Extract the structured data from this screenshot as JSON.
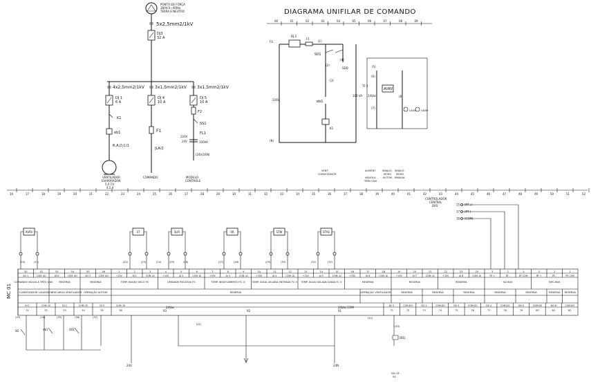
{
  "title": "DIAGRAMA UNIFILAR DE COMANDO",
  "power": {
    "source_line1": "PONTO DE FORÇA",
    "source_line2": "380V/3~/60Hz",
    "source_line3": "TERRA E NEUTRO",
    "main_cable": "5x2,5mm2/1kV",
    "main_breaker_1": "DJ3",
    "main_breaker_2": "32 A",
    "branch_cable_1": "4x2,5mm2/1kV",
    "branch_cable_2": "3x1,5mm2/1kV",
    "branch_cable_3": "3x1,5mm2/1kV",
    "branch1_dj_1": "DJ 1",
    "branch1_dj_2": "6 A",
    "branch1_k": "K1",
    "branch1_eb": "eb1",
    "branch1_bus": "R,A,D,C/1",
    "branch2_dj_1": "DJ 4",
    "branch2_dj_2": "10 A",
    "branch2_f": "F1",
    "branch2_bus": "JLA/2",
    "branch3_dj_1": "DJ 5",
    "branch3_dj_2": "10 A",
    "branch3_f": "F2",
    "branch3_ss": "SS1",
    "branch3_fl": "FL1",
    "branch3_tr1": "220V",
    "branch3_tr2": "24V",
    "branch3_tr3": "100VA",
    "branch3_out": "(24V/24N)",
    "label_motor_1": "VENTILADOR",
    "label_motor_2": "EVAPORADOR",
    "label_motor_3": "5,0 CV",
    "label_motor_4": "4,5 A",
    "label_comando": "COMANDO",
    "label_modulo_1": "MÓDULO",
    "label_modulo_2": "CONTROLE"
  },
  "control": {
    "top_ruler": [
      "00",
      "01",
      "02",
      "03",
      "04",
      "05",
      "06",
      "07",
      "08",
      "09"
    ],
    "fs": "FS",
    "fn": "(N)",
    "v220": "220V",
    "dj2": "DJ 2",
    "f1": "F1",
    "wire1": "(1)",
    "s01": "S01",
    "wire2": "(2)",
    "wire3": "(3)",
    "wire4": "(4)",
    "wire5": "(5)",
    "wire6": "(6)",
    "wire7": "(7)",
    "wire8": "(8)",
    "sdd": "SDD",
    "eb1": "eb1",
    "k1": "K1",
    "tf2": "TF 2",
    "tf2_va": "100 VA",
    "tf2_v": "24Vac",
    "avrv": "AVRV",
    "lada": "LADA",
    "ladm": "LADM",
    "bottom_label_1": "VENT.",
    "bottom_label_2": "CLIMATIZADOR",
    "bottom_label_3": "ALIMENT.",
    "bottom_label_4": "VÁLVULA",
    "bottom_label_5": "TRÊS VIAS",
    "bottom_label_6": "SINALIZ.",
    "bottom_label_7": "MODO",
    "bottom_label_8": "AUTOM.",
    "bottom_label_9": "SINALIZ.",
    "bottom_label_10": "MODO",
    "bottom_label_11": "MANUAL"
  },
  "ruler": [
    "16",
    "17",
    "18",
    "19",
    "20",
    "21",
    "22",
    "23",
    "24",
    "25",
    "26",
    "27",
    "28",
    "29",
    "30",
    "31",
    "32",
    "33",
    "34",
    "35",
    "36",
    "37",
    "38",
    "39",
    "40",
    "41",
    "42",
    "43",
    "44",
    "45",
    "46",
    "47",
    "48",
    "49",
    "50",
    "51",
    "52"
  ],
  "plc": {
    "side_label": "MC 01",
    "devices": [
      "AVRV",
      "ST",
      "SUR",
      "SR",
      "STW",
      "STAS"
    ],
    "bus_title_1": "CONTROLADOR",
    "bus_title_2": "CENTRAL",
    "bus_title_3": "DAS",
    "bus_refs": [
      "(RT+)",
      "(RT-)",
      "(COM)"
    ],
    "bus_nums": [
      "15",
      "17",
      "18"
    ],
    "upper_nums": [
      "30",
      "52",
      "53",
      "54",
      "55",
      "56",
      "1",
      "2",
      "3",
      "4",
      "5",
      "6",
      "7",
      "8",
      "9",
      "10",
      "11",
      "12",
      "13",
      "14",
      "15",
      "16",
      "17",
      "18",
      "19",
      "20",
      "21",
      "22",
      "23",
      "24",
      "3",
      "2",
      "1",
      "3",
      "2",
      "1"
    ],
    "upper_terms": [
      "AO 1",
      "COM. AO",
      "AO2",
      "COM. AO",
      "AO 3",
      "COM. AO",
      "+15V",
      "AI 1",
      "COM. AI",
      "+15V",
      "AI 2",
      "COM. AI",
      "+15V",
      "AI 3",
      "COM. AI",
      "+15V",
      "AI 4",
      "COM. AI",
      "+15V",
      "AI 5",
      "COM. AI",
      "+15V",
      "AI 6",
      "COM. AI",
      "+15V",
      "AI 7",
      "COM. AI",
      "+15V",
      "AI 8",
      "COM. AI",
      "RT +",
      "RT -",
      "RT COM",
      "RT +",
      "RT -",
      "RT COM"
    ],
    "upper_funcs": [
      "COMANDO VÁLVULA TRÊS VIAS",
      "RESERVA",
      "RESERVA",
      "TEMP. BULBO SECO FS",
      "UMIDADE RELATIVA FS",
      "TEMP. INSUFLAMENTO FC 3",
      "TEMP. ÁGUA GELADA ENTRADA FC 3",
      "TEMP. ÁGUA GELADA SAÍDA FC 3",
      "RESERVA",
      "RESERVA",
      "RESERVA",
      "N2 BUS",
      "EMC-BUS"
    ],
    "lower_funcs": [
      "CLIMATIZADOR LIGADO",
      "SOBRECARGA VENTILADOR",
      "OPERAÇÃO AUTOM.",
      "RESERVA",
      "OPERAÇÃO VENTILADOR",
      "RESERVA",
      "RESERVA",
      "RESERVA",
      "RESERVA",
      "RESERVA",
      "RESERVA",
      "RESERVA"
    ],
    "lower_terms": [
      "DI 1",
      "COM. DI",
      "DI 2",
      "COM. DI",
      "DI 3",
      "COM. DI",
      "DO 1",
      "COM.DO",
      "DO 2",
      "COM.DO",
      "DO 3",
      "COM.DO",
      "DO 4",
      "COM.DO",
      "DO 5",
      "COM.DO",
      "DO 6",
      "COM.DO"
    ],
    "lower_nums": [
      "31",
      "32",
      "33",
      "34",
      "35",
      "36",
      "71",
      "72",
      "73",
      "74",
      "75",
      "76",
      "77",
      "78",
      "79",
      "80",
      "81",
      "82"
    ],
    "rail_1": "24Vac",
    "rail_2": "93",
    "rail_3": "92",
    "rail_4": "24Vac.COM",
    "rail_5": "91",
    "wire_refs": [
      "(20)",
      "(21)",
      "(22)",
      "(23)",
      "(24)",
      "(25)",
      "(26)",
      "(27)",
      "(28)",
      "(29)",
      "(30)",
      "(31)",
      "(32)",
      "(33)",
      "(34)",
      "(35)",
      "(36)",
      "(37)",
      "(38)",
      "(41)",
      "(42)",
      "(43)"
    ],
    "contacts": [
      "S0",
      "eb1",
      "S02"
    ],
    "dd1": "DD1",
    "bottom_24v": "24V",
    "bottom_24n": "24N",
    "corner_1": "S4L SF",
    "corner_2": "04"
  }
}
